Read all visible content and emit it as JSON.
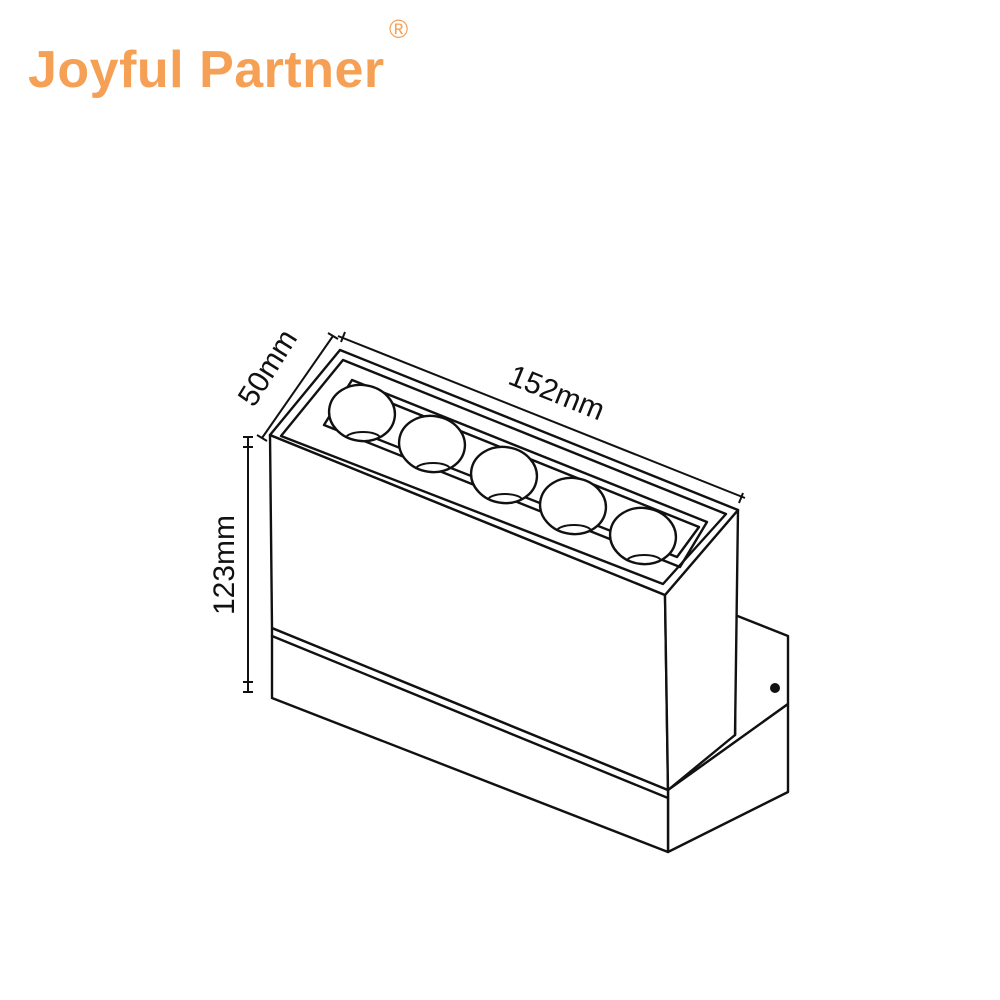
{
  "brand": {
    "name": "Joyful Partner",
    "registered_mark": "®",
    "color": "#f5a055"
  },
  "dimensions": {
    "depth": "50mm",
    "length": "152mm",
    "height": "123mm"
  },
  "drawing": {
    "line_color": "#111111",
    "lens_count": 5
  }
}
